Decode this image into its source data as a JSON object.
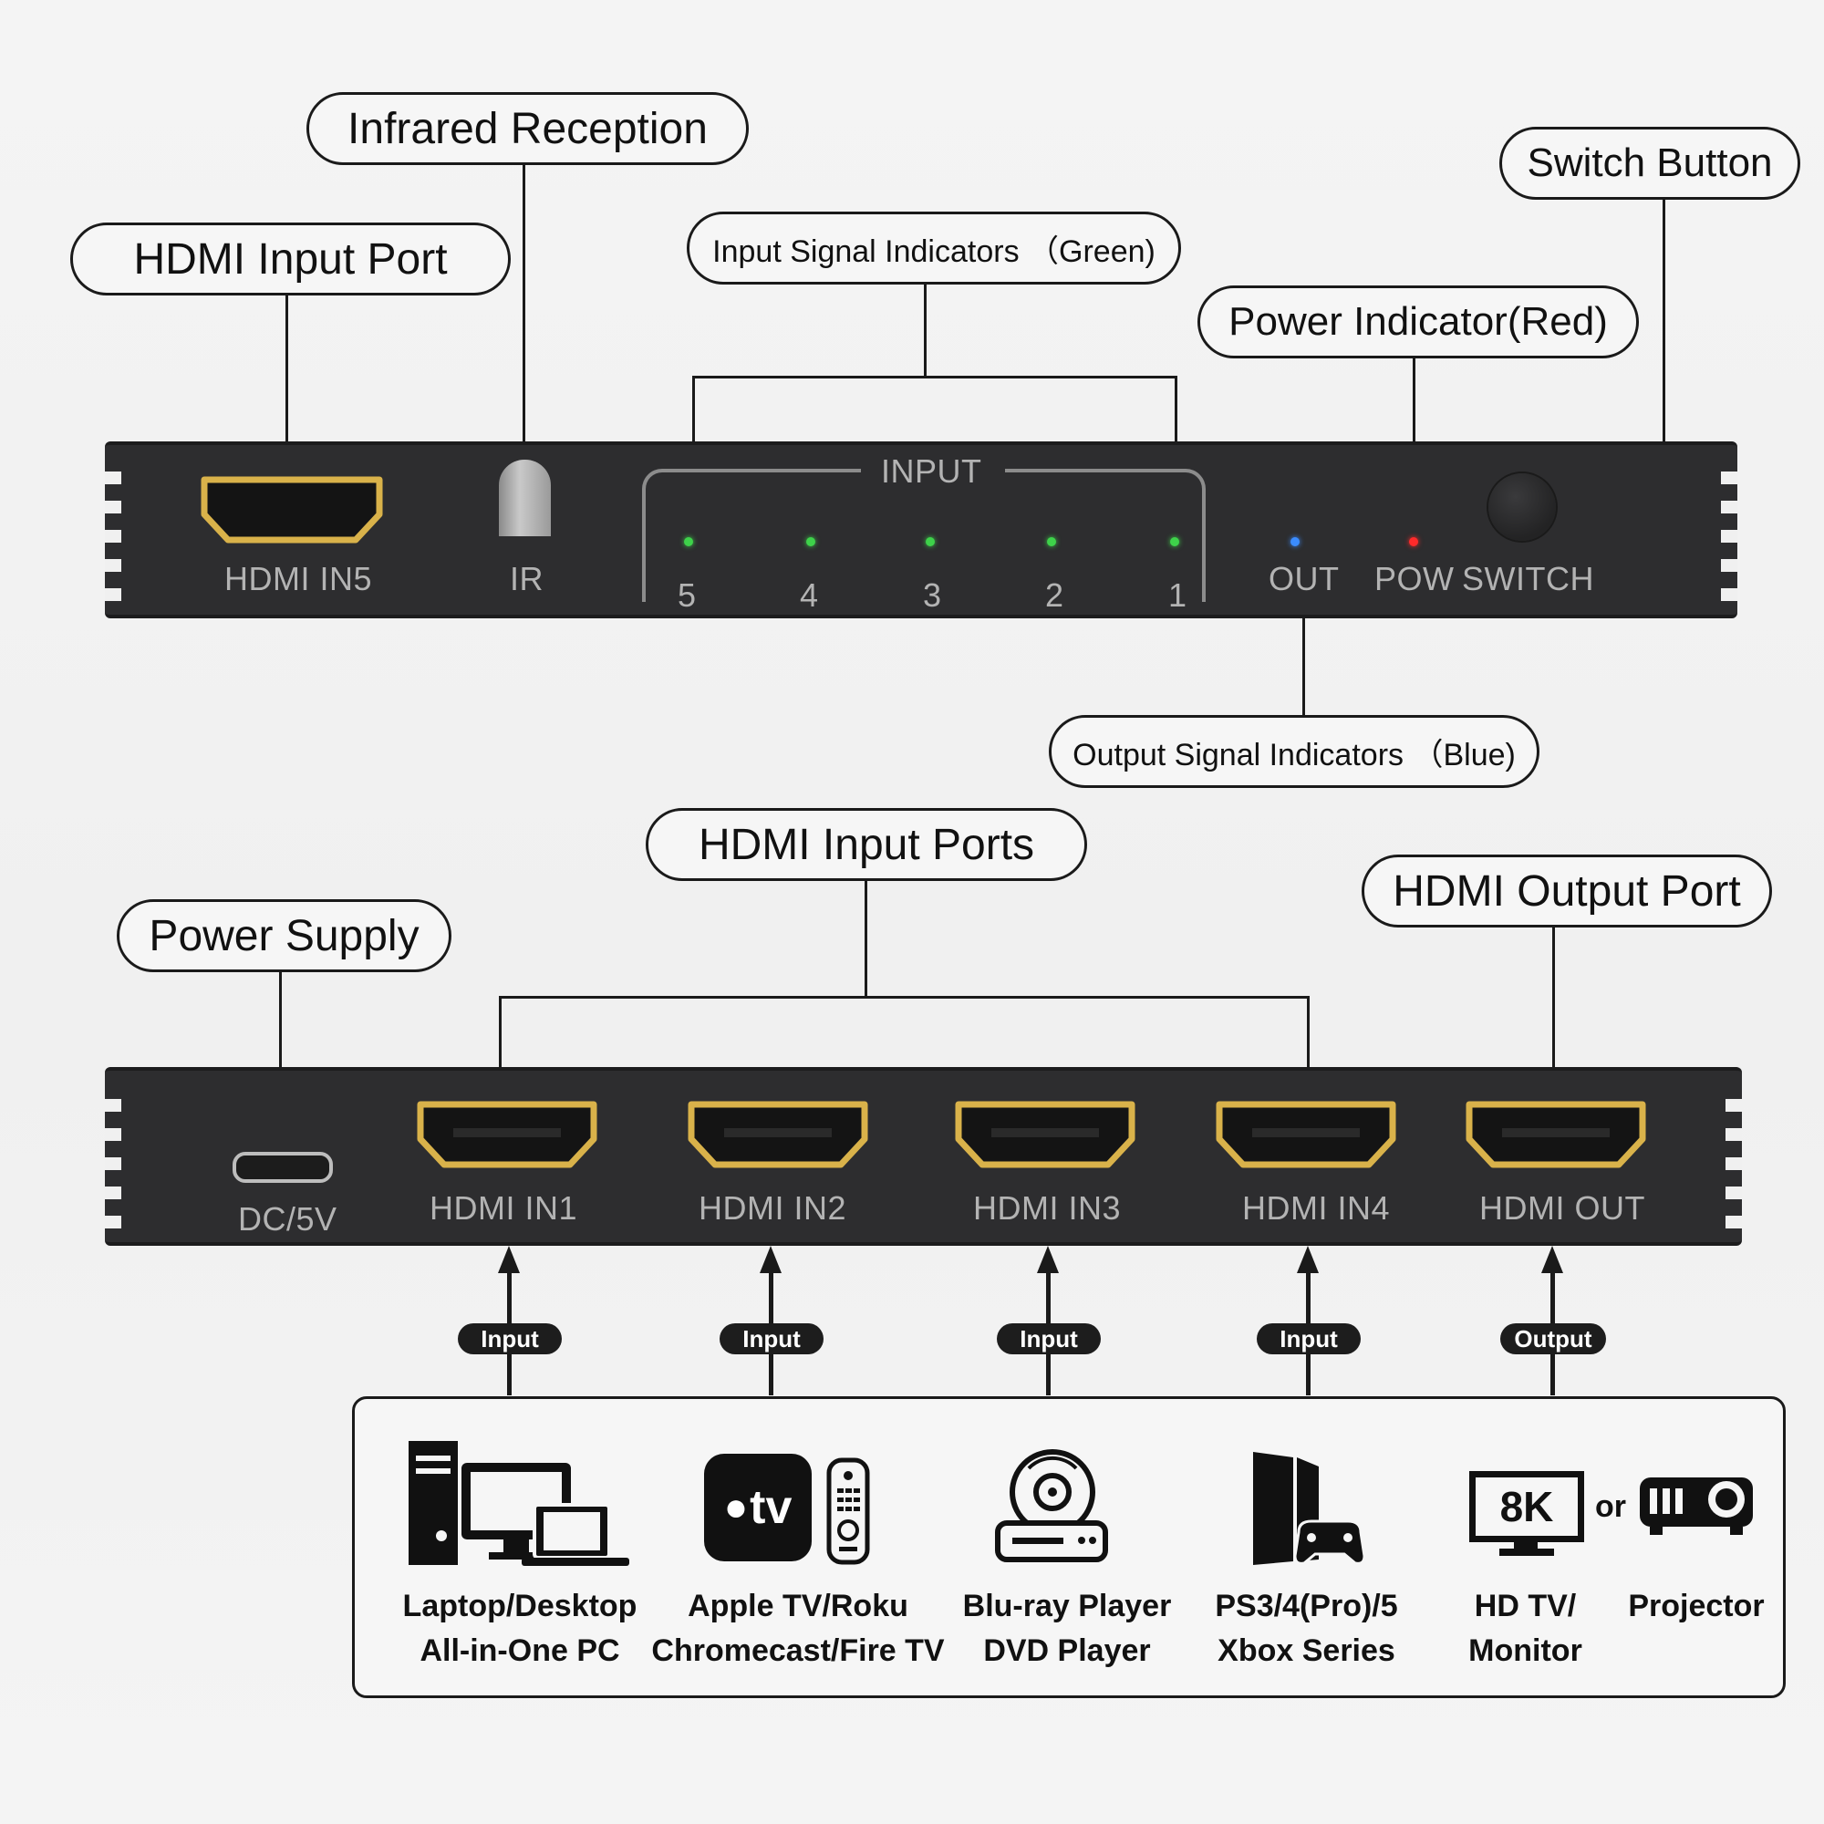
{
  "callouts": {
    "hdmi_input_port": "HDMI Input Port",
    "infrared_reception": "Infrared Reception",
    "input_signal_indicators": "Input Signal Indicators （Green)",
    "power_indicator": "Power Indicator(Red)",
    "switch_button": "Switch Button",
    "output_signal_indicators": "Output Signal Indicators （Blue)",
    "hdmi_input_ports": "HDMI Input Ports",
    "power_supply": "Power Supply",
    "hdmi_output_port": "HDMI Output Port"
  },
  "front_panel": {
    "hdmi_in5": "HDMI IN5",
    "ir": "IR",
    "input_title": "INPUT",
    "input_numbers": [
      "5",
      "4",
      "3",
      "2",
      "1"
    ],
    "out": "OUT",
    "pow": "POW",
    "switch": "SWITCH"
  },
  "rear_panel": {
    "dc": "DC/5V",
    "ports": [
      "HDMI IN1",
      "HDMI IN2",
      "HDMI IN3",
      "HDMI IN4",
      "HDMI OUT"
    ]
  },
  "flow_labels": [
    "Input",
    "Input",
    "Input",
    "Input",
    "Output"
  ],
  "devices": {
    "pc": [
      "Laptop/Desktop",
      "All-in-One PC"
    ],
    "streaming": [
      "Apple TV/Roku",
      "Chromecast/Fire TV"
    ],
    "bluray": [
      "Blu-ray Player",
      "DVD Player"
    ],
    "console": [
      "PS3/4(Pro)/5",
      "Xbox Series"
    ],
    "tv": [
      "HD TV/",
      "Monitor"
    ],
    "projector": "Projector",
    "or_text": "or",
    "tv_badge": "8K",
    "appletv_badge": "tv"
  },
  "colors": {
    "led_green": "#3ed24a",
    "led_blue": "#3b8cff",
    "led_red": "#ff2a2a",
    "hdmi_gold": "#d9b24a",
    "panel": "#2d2d2f"
  }
}
